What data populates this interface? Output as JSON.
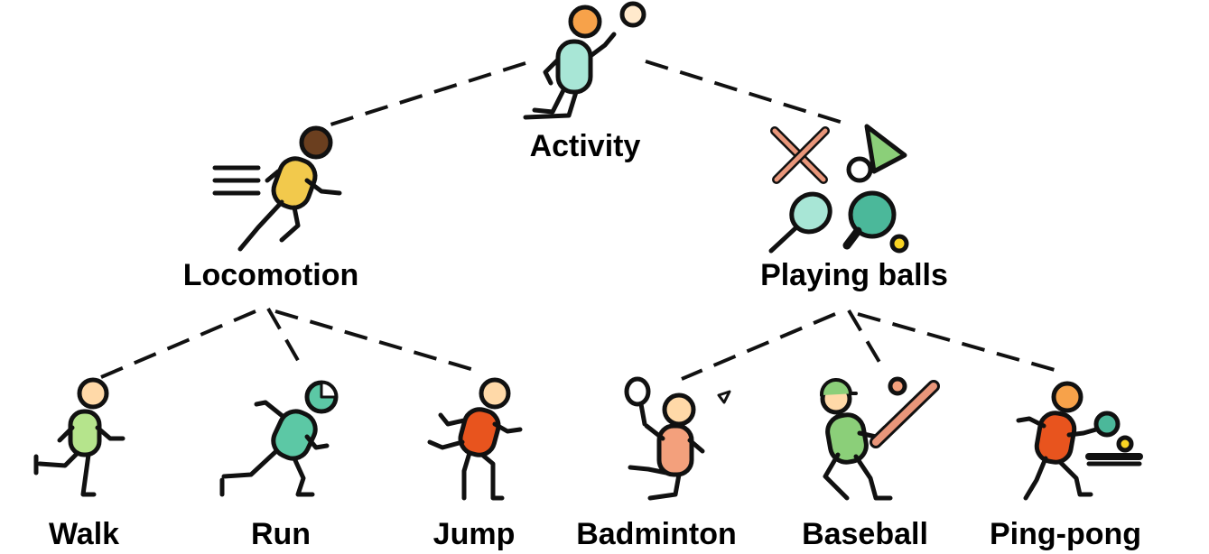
{
  "root": {
    "label": "Activity",
    "icon": "jumping-person-with-ball-icon"
  },
  "categories": [
    {
      "label": "Locomotion",
      "icon": "running-person-icon",
      "children": [
        {
          "label": "Walk",
          "icon": "walking-person-icon"
        },
        {
          "label": "Run",
          "icon": "running-person-with-helmet-icon"
        },
        {
          "label": "Jump",
          "icon": "jumping-person-icon"
        }
      ]
    },
    {
      "label": "Playing balls",
      "icon": "sports-equipment-icon",
      "children": [
        {
          "label": "Badminton",
          "icon": "badminton-player-icon"
        },
        {
          "label": "Baseball",
          "icon": "baseball-batter-icon"
        },
        {
          "label": "Ping-pong",
          "icon": "ping-pong-player-icon"
        }
      ]
    }
  ],
  "colors": {
    "outline": "#111111",
    "skin": "#FFD9A8",
    "orange_head": "#F7A24A",
    "dark_head": "#6B3F1F",
    "mint_body": "#A8E6D6",
    "yellow_body": "#F2C94C",
    "lime_body": "#B5E48C",
    "teal_body": "#5CC8A5",
    "red_body": "#E8541E",
    "salmon_body": "#F3A07C",
    "green_body": "#8BCF79",
    "bat": "#E9967A",
    "paddle": "#4BB89A",
    "ball_yellow": "#F9D423"
  }
}
